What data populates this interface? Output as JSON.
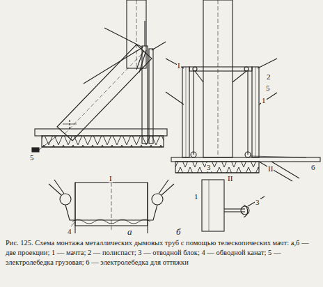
{
  "diagram": {
    "caption": "Рис. 125. Схема монтажа металлических дымовых труб с помощью телескопических мачт: а,б — две проекции; 1 — мачта; 2 — полиспаст; 3 — отводной блок; 4 — обводной канат; 5 — электролебедка грузовая; 6 — электролебедка для оттяжки",
    "labels": [
      "I",
      "2",
      "5",
      "1",
      "3",
      "II",
      "6",
      "5",
      "I",
      "II",
      "1",
      "4",
      "3",
      "а",
      "б"
    ]
  }
}
